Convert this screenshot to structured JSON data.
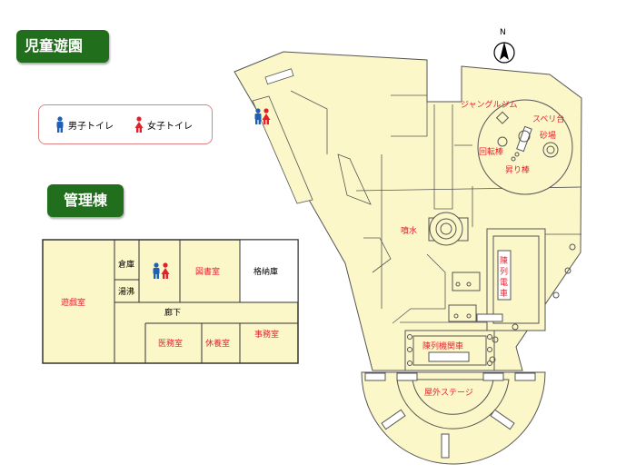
{
  "park_title": "児童遊園",
  "admin_title": "管理棟",
  "legend": {
    "male_label": "男子トイレ",
    "female_label": "女子トイレ"
  },
  "compass_label": "N",
  "park_labels": {
    "jungle_gym": "ジャングルジム",
    "slide": "スベリ台",
    "sandbox": "砂場",
    "rotating_bar": "回転棒",
    "climbing_pole": "昇り棒",
    "fountain": "噴水",
    "train_car": "陳列電車",
    "locomotive": "陳列機関車",
    "stage": "屋外ステージ"
  },
  "admin_rooms": {
    "playroom": "遊戯室",
    "storage": "倉庫",
    "boiler": "湯沸",
    "library": "図書室",
    "warehouse": "格納庫",
    "corridor": "廊下",
    "medical": "医務室",
    "rest": "休養室",
    "office": "事務室"
  },
  "colors": {
    "badge_green": "#216e1c",
    "floor_fill": "#fcf7c8",
    "label_red": "#e82030",
    "male_blue": "#1f5fb5",
    "female_red": "#e0202a"
  }
}
